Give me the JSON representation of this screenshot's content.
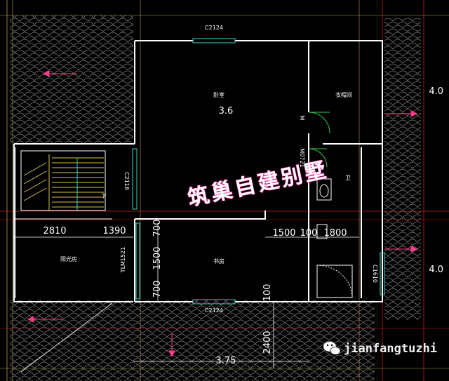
{
  "colors": {
    "background": "#000000",
    "wall": "#ffffff",
    "grid_red": "#cc1a1a",
    "grid_tan": "#b8975a",
    "roof_tile": "#7a7a7a",
    "arrow_pink": "#ff3b8a",
    "window_cyan": "#33d6c8",
    "door_green": "#33cc55",
    "stair_yellow": "#d9c24a",
    "watermark": "#ff2aa0"
  },
  "labels": {
    "window_top": "C2124",
    "window_bottom": "C2124",
    "window_left": "C2118",
    "window_right": "C1610",
    "door_wc": "M0721",
    "door_closet": "M",
    "door_balcony": "TLM1521",
    "bedroom": "卧室",
    "closet": "衣帽间",
    "wc": "卫",
    "study": "书房",
    "sunroom": "阳光房",
    "stair_down": "下"
  },
  "dimensions": {
    "bedroom_depth": "3.6",
    "sunroom_width": "2810",
    "corridor_width": "1390",
    "study_mid": "1500",
    "gap_100": "100",
    "wc_width": "1800",
    "window_seg_top": "700",
    "window_seg_mid": "1500",
    "window_seg_bottom": "700",
    "wall_100": "100",
    "balcony_depth": "2400",
    "balcony_width": "3.75",
    "right_level_top": "4.0",
    "right_level_bottom": "4.0"
  },
  "watermark": {
    "title": "筑巢自建别墅",
    "handle": "jianfangtuzhi",
    "icon": "wechat-icon"
  }
}
